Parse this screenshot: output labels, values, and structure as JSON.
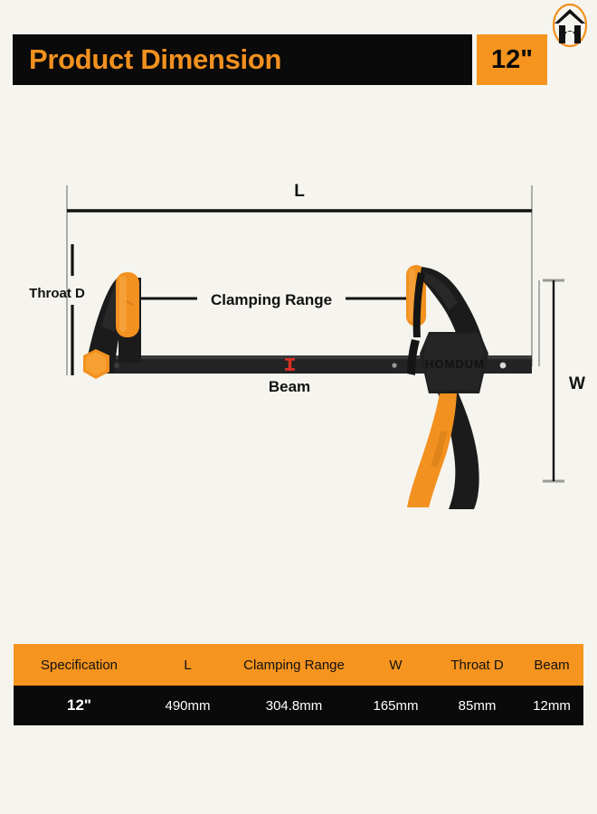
{
  "header": {
    "title": "Product Dimension",
    "size_badge": "12\"",
    "logo_icon": "house-h-logo-icon",
    "bar_color": "#0a0a0a",
    "title_color": "#f2911f",
    "badge_color": "#f5941e"
  },
  "diagram": {
    "labels": {
      "length": "L",
      "width": "W",
      "throat": "Throat D",
      "clamping_range": "Clamping Range",
      "beam": "Beam"
    },
    "product_brand": "HOMDUM",
    "colors": {
      "body_black": "#1b1b1b",
      "accent_orange": "#f2911f",
      "beam_dark": "#232323",
      "marker_red": "#d93025",
      "guide_gray": "#9a9a96",
      "background": "#f6f4ef"
    }
  },
  "table": {
    "columns": [
      "Specification",
      "L",
      "Clamping Range",
      "W",
      "Throat D",
      "Beam"
    ],
    "rows": [
      [
        "12\"",
        "490mm",
        "304.8mm",
        "165mm",
        "85mm",
        "12mm"
      ]
    ],
    "header_bg": "#f5941e",
    "body_bg": "#0a0a0a"
  }
}
